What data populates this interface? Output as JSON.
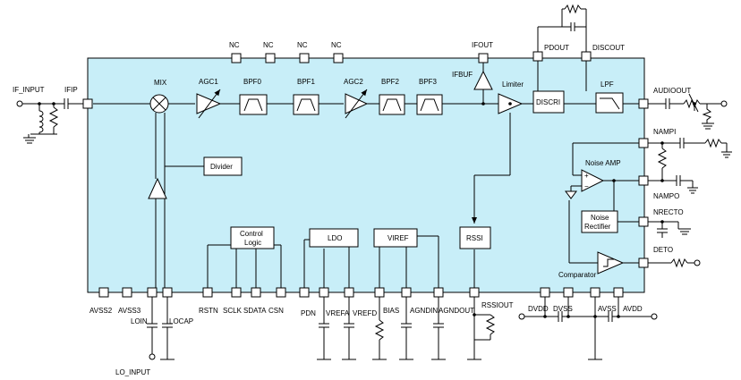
{
  "blocks": {
    "mix": "MIX",
    "agc1": "AGC1",
    "bpf0": "BPF0",
    "bpf1": "BPF1",
    "agc2": "AGC2",
    "bpf2": "BPF2",
    "bpf3": "BPF3",
    "ifbuf": "IFBUF",
    "limiter": "Limiter",
    "discri": "DISCRI",
    "lpf": "LPF",
    "divider": "Divider",
    "control_line1": "Control",
    "control_line2": "Logic",
    "ldo": "LDO",
    "viref": "VIREF",
    "rssi": "RSSI",
    "noise_amp": "Noise AMP",
    "noise_rect_line1": "Noise",
    "noise_rect_line2": "Rectifier",
    "comparator": "Comparator"
  },
  "pins": {
    "if_input": "IF_INPUT",
    "ifip": "IFIP",
    "nc": "NC",
    "ifout": "IFOUT",
    "pdout": "PDOUT",
    "discout": "DISCOUT",
    "audioout": "AUDIOOUT",
    "nampi": "NAMPI",
    "nampo": "NAMPO",
    "nrecto": "NRECTO",
    "deto": "DETO",
    "avss2": "AVSS2",
    "avss3": "AVSS3",
    "loin": "LOIN",
    "locap": "LOCAP",
    "lo_input": "LO_INPUT",
    "rstn": "RSTN",
    "sclk": "SCLK",
    "sdata": "SDATA",
    "csn": "CSN",
    "pdn": "PDN",
    "vrefa": "VREFA",
    "vrefd": "VREFD",
    "bias": "BIAS",
    "agndin": "AGNDIN",
    "agndout": "AGNDOUT",
    "rssiout": "RSSIOUT",
    "dvdd": "DVDD",
    "dvss": "DVSS",
    "avss": "AVSS",
    "avdd": "AVDD"
  },
  "colors": {
    "chip_fill": "#c8eef8",
    "chip_stroke": "#000000",
    "block_fill": "#ffffff",
    "wire": "#000000"
  }
}
